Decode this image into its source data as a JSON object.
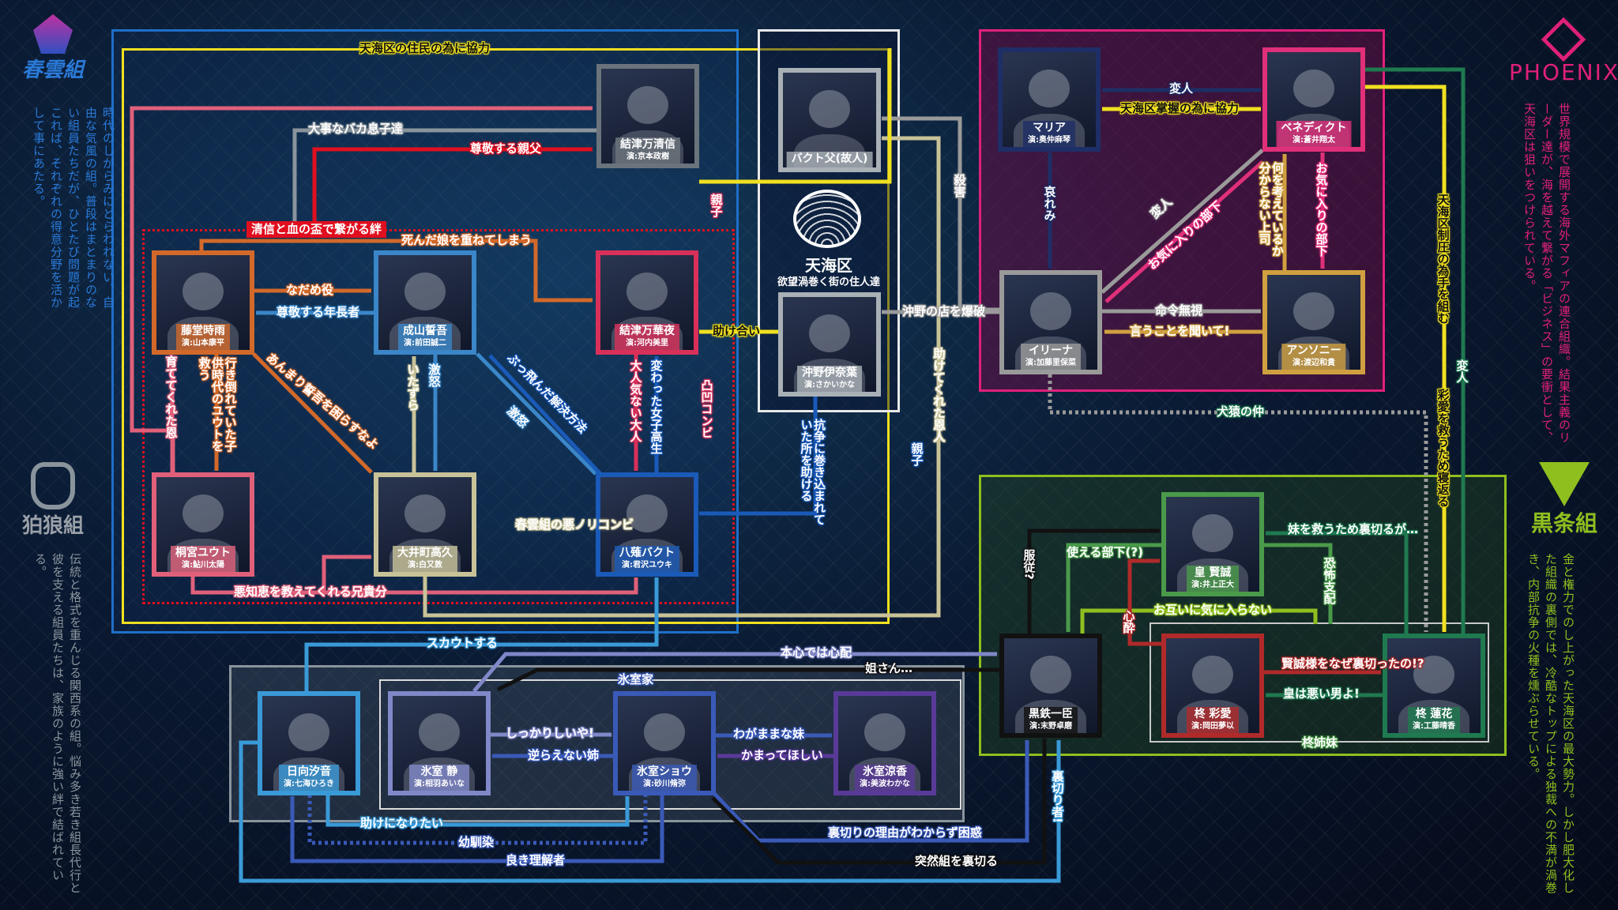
{
  "factions": {
    "harukumo": {
      "name": "春雲組",
      "description": "時代のしがらみにとらわれない、自由な気風の組。普段はまとまりのない組員たちだが、ひとたび問題が起これば、それぞれの得意分野を活かして事にあたる。",
      "color": "#2a7ad8"
    },
    "komainu": {
      "name": "狛狼組",
      "description": "伝統と格式を重んじる関西系の組。悩み多き若き組長代行と彼を支える組員たちは、家族のように強い絆で結ばれている。",
      "color": "#9aa0a8"
    },
    "phoenix": {
      "name": "PHOENIX",
      "description": "世界規模で展開する海外マフィアの連合組織。結果主義のリーダー達が、海を越えて繋がる「ビジネス」の要衝として、天海区は狙いをつけられている。",
      "color": "#e0207a"
    },
    "kokujo": {
      "name": "黒条組",
      "description": "金と権力でのし上がった天海区の最大勢力。しかし肥大化した組織の裏側では、冷酷なトップによる独裁への不満が渦巻き、内部抗争の火種を燻ぶらせている。",
      "color": "#8fbf1f"
    }
  },
  "center": {
    "title": "天海区",
    "subtitle": "欲望渦巻く街の住人達"
  },
  "characters": [
    {
      "name": "結津万清信",
      "actor": "演:京本政樹",
      "color": "#6b747c"
    },
    {
      "name": "バクト父(故人)",
      "actor": "",
      "color": "#a9b0b6"
    },
    {
      "name": "藤堂時雨",
      "actor": "演:山本康平",
      "color": "#d2692a"
    },
    {
      "name": "成山誓吾",
      "actor": "演:前田誠二",
      "color": "#3a86c8"
    },
    {
      "name": "結津万華夜",
      "actor": "演:河内美里",
      "color": "#d9305a"
    },
    {
      "name": "沖野伊奈葉",
      "actor": "演:さかいかな",
      "color": "#a9b0b6"
    },
    {
      "name": "桐宮ユウト",
      "actor": "演:鮎川太陽",
      "color": "#e0607a"
    },
    {
      "name": "大井町高久",
      "actor": "演:白又敦",
      "color": "#c8c298"
    },
    {
      "name": "八薙バクト",
      "actor": "演:君沢ユウキ",
      "color": "#1a5ab8"
    },
    {
      "name": "マリア",
      "actor": "演:奥仲麻琴",
      "color": "#1e2e66"
    },
    {
      "name": "ベネディクト",
      "actor": "演:蒼井翔太",
      "color": "#e0307a"
    },
    {
      "name": "イリーナ",
      "actor": "演:加藤里保菜",
      "color": "#9a9a9a"
    },
    {
      "name": "アンソニー",
      "actor": "演:渡辺和貴",
      "color": "#d0a040"
    },
    {
      "name": "皇 賢誠",
      "actor": "演:井上正大",
      "color": "#4a9a4a"
    },
    {
      "name": "黒鉄一臣",
      "actor": "演:末野卓磨",
      "color": "#111111"
    },
    {
      "name": "柊 彩愛",
      "actor": "演:岡田夢以",
      "color": "#b02a2a"
    },
    {
      "name": "柊 蓮花",
      "actor": "演:工藤晴香",
      "color": "#1f7a50"
    },
    {
      "name": "日向汐音",
      "actor": "演:七海ひろき",
      "color": "#3a9ad8"
    },
    {
      "name": "氷室 静",
      "actor": "演:相羽あいな",
      "color": "#8088c8"
    },
    {
      "name": "氷室ショウ",
      "actor": "演:砂川脩弥",
      "color": "#3a5ab8"
    },
    {
      "name": "氷室涼香",
      "actor": "演:美波わかな",
      "color": "#5a3a98"
    }
  ],
  "labels": [
    {
      "text": "天海区の住民の為に協力",
      "color": "#f0e020"
    },
    {
      "text": "大事なバカ息子達",
      "color": "#8a949c"
    },
    {
      "text": "尊敬する親父",
      "color": "#e01020"
    },
    {
      "text": "清信と血の盃で繋がる絆",
      "color": "#e01020"
    },
    {
      "text": "死んだ娘を重ねてしまう",
      "color": "#d2692a"
    },
    {
      "text": "なだめ役",
      "color": "#d2692a"
    },
    {
      "text": "尊敬する年長者",
      "color": "#3a86c8"
    },
    {
      "text": "育ててくれた恩",
      "color": "#e0607a"
    },
    {
      "text": "行き倒れていた子供時代のユウトを救う",
      "color": "#d2692a"
    },
    {
      "text": "あんまり誓吾を困らすなよ",
      "color": "#d2692a"
    },
    {
      "text": "いたずら",
      "color": "#c8c298"
    },
    {
      "text": "激怒",
      "color": "#3a86c8"
    },
    {
      "text": "ぶっ飛んだ解決方法",
      "color": "#1a5ab8"
    },
    {
      "text": "激怒",
      "color": "#3a86c8"
    },
    {
      "text": "親子",
      "color": "#d9305a"
    },
    {
      "text": "大人気ない大人",
      "color": "#d9305a"
    },
    {
      "text": "変わった女子高生",
      "color": "#1a5ab8"
    },
    {
      "text": "凸凹コンビ",
      "color": "#d9305a"
    },
    {
      "text": "助け合い",
      "color": "#f0e020"
    },
    {
      "text": "春雲組の悪ノリコンビ",
      "color": "#c8c298"
    },
    {
      "text": "悪知恵を教えてくれる兄貴分",
      "color": "#e0607a"
    },
    {
      "text": "殺害",
      "color": "#9a9a9a"
    },
    {
      "text": "沖野の店を爆破",
      "color": "#9a9a9a"
    },
    {
      "text": "助けてくれた恩人",
      "color": "#c8c298"
    },
    {
      "text": "親子",
      "color": "#1a5ab8"
    },
    {
      "text": "抗争に巻き込まれていた所を助ける",
      "color": "#1a5ab8"
    },
    {
      "text": "変人",
      "color": "#1e2e66"
    },
    {
      "text": "天海区掌握の為に協力",
      "color": "#f0e020"
    },
    {
      "text": "哀れみ",
      "color": "#1e2e66"
    },
    {
      "text": "変人",
      "color": "#9a9a9a"
    },
    {
      "text": "お気に入りの部下",
      "color": "#e0307a"
    },
    {
      "text": "何を考えているか分からない上司",
      "color": "#d0a040"
    },
    {
      "text": "お気に入りの部下",
      "color": "#e0307a"
    },
    {
      "text": "命令無視",
      "color": "#9a9a9a"
    },
    {
      "text": "言うことを聞いて!",
      "color": "#d0a040"
    },
    {
      "text": "天海区制圧の為手を組む",
      "color": "#f0e020"
    },
    {
      "text": "変人",
      "color": "#1f7a50"
    },
    {
      "text": "彩愛を救うため寝返る",
      "color": "#f0e020"
    },
    {
      "text": "犬猿の仲",
      "color": "#1f7a50"
    },
    {
      "text": "妹を救うため裏切るが…",
      "color": "#1f7a50"
    },
    {
      "text": "使える部下(?)",
      "color": "#4a9a4a"
    },
    {
      "text": "服従?",
      "color": "#111111"
    },
    {
      "text": "恐怖支配",
      "color": "#4a9a4a"
    },
    {
      "text": "心酔",
      "color": "#b02a2a"
    },
    {
      "text": "お互いに気に入らない",
      "color": "#8fbf1f"
    },
    {
      "text": "賢誠様をなぜ裏切ったの!?",
      "color": "#b02a2a"
    },
    {
      "text": "皇は悪い男よ!",
      "color": "#1f7a50"
    },
    {
      "text": "柊姉妹",
      "color": "#4a9a4a"
    },
    {
      "text": "スカウトする",
      "color": "#3a9ad8"
    },
    {
      "text": "本心では心配",
      "color": "#8088c8"
    },
    {
      "text": "姐さん…",
      "color": "#111111"
    },
    {
      "text": "氷室家",
      "color": "#3a5ab8"
    },
    {
      "text": "しっかりしいや!",
      "color": "#8088c8"
    },
    {
      "text": "逆らえない姉",
      "color": "#3a5ab8"
    },
    {
      "text": "わがままな妹",
      "color": "#3a5ab8"
    },
    {
      "text": "かまってほしい",
      "color": "#5a3a98"
    },
    {
      "text": "助けになりたい",
      "color": "#3a9ad8"
    },
    {
      "text": "幼馴染",
      "color": "#3a5ab8"
    },
    {
      "text": "良き理解者",
      "color": "#3a5ab8"
    },
    {
      "text": "裏切りの理由がわからず困惑",
      "color": "#3a5ab8"
    },
    {
      "text": "突然組を裏切る",
      "color": "#111111"
    },
    {
      "text": "裏切り者!",
      "color": "#3a9ad8"
    }
  ]
}
